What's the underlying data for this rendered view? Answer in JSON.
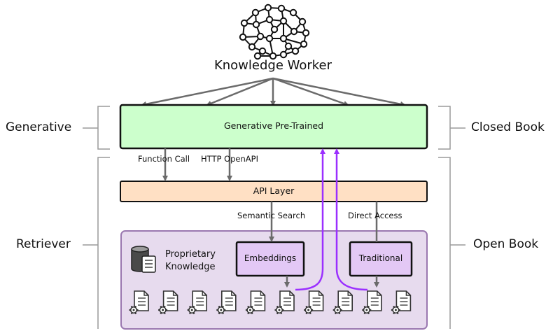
{
  "title": "Knowledge Worker",
  "side_labels": {
    "left_top": "Generative",
    "left_bottom": "Retriever",
    "right_top": "Closed Book",
    "right_bottom": "Open Book"
  },
  "boxes": {
    "generative": "Generative Pre-Trained",
    "api": "API Layer",
    "embeddings": "Embeddings",
    "traditional": "Traditional",
    "proprietary": "Proprietary\nKnowledge"
  },
  "connectors": {
    "function_call": "Function Call",
    "http_openapi": "HTTP OpenAPI",
    "semantic_search": "Semantic Search",
    "direct_access": "Direct Access"
  },
  "documents": {
    "count": 10,
    "icon": "document-gear-icon"
  },
  "icons": {
    "brain": "brain-network-icon",
    "database": "database-document-icon"
  },
  "colors": {
    "generative_fill": "#ccffcc",
    "api_fill": "#ffe0c4",
    "panel_fill": "#e7dbee",
    "panel_border": "#9a78b0",
    "inner_box_fill": "#e3c8f5",
    "accent_purple": "#9b30ff",
    "arrow_gray": "#6b6b6b"
  }
}
